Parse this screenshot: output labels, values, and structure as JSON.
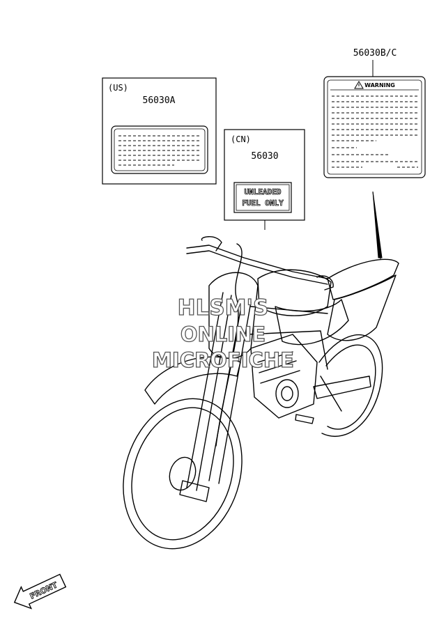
{
  "callouts": {
    "us": {
      "region": "(US)",
      "part": "56030A"
    },
    "cn": {
      "region": "(CN)",
      "part": "56030",
      "label_line1": "UNLEADED",
      "label_line2": "FUEL ONLY"
    },
    "warning": {
      "part": "56030B/C",
      "header": "WARNING"
    }
  },
  "watermark": {
    "line1": "HLSM'S",
    "line2": "ONLINE",
    "line3": "MICROFICHE"
  },
  "front_arrow": {
    "label": "FRONT"
  }
}
